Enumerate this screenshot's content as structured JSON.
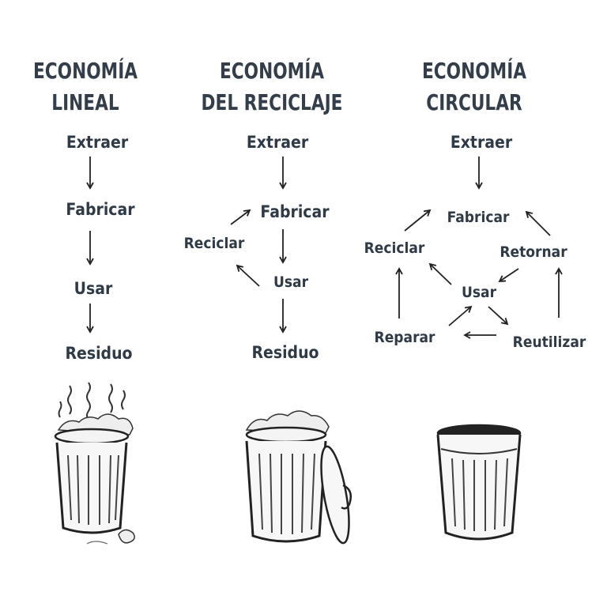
{
  "columns": [
    {
      "title_line1": "ECONOMÍA",
      "title_line2": "LINEAL",
      "steps": [
        "Extraer",
        "Fabricar",
        "Usar",
        "Residuo"
      ],
      "bin": "full-overflowing-bin-with-odor"
    },
    {
      "title_line1": "ECONOMÍA",
      "title_line2": "DEL RECICLAJE",
      "steps": [
        "Extraer",
        "Fabricar",
        "Reciclar",
        "Usar",
        "Residuo"
      ],
      "bin": "full-bin-with-open-lid"
    },
    {
      "title_line1": "ECONOMÍA",
      "title_line2": "CIRCULAR",
      "steps": [
        "Extraer",
        "Fabricar",
        "Reciclar",
        "Retornar",
        "Usar",
        "Reparar",
        "Reutilizar"
      ],
      "bin": "empty-bin"
    }
  ],
  "colors": {
    "text": "#2f3a47",
    "arrow": "#222222",
    "background": "#ffffff"
  }
}
